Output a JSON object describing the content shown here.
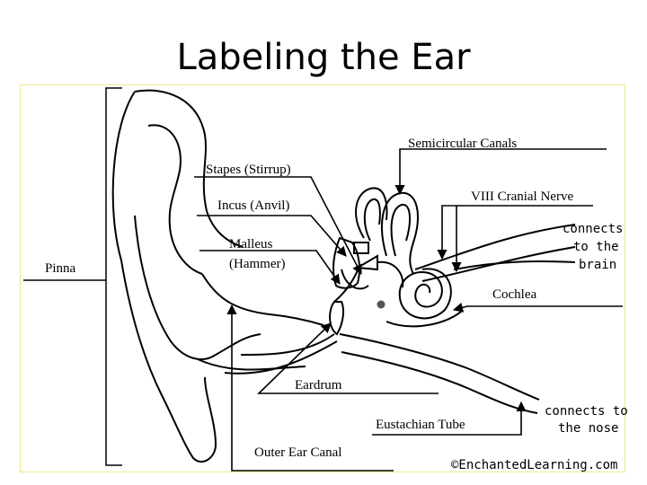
{
  "title": "Labeling the Ear",
  "labels": {
    "semicircular_canals": "Semicircular Canals",
    "stapes": "Stapes (Stirrup)",
    "viii_cranial_nerve": "VIII Cranial Nerve",
    "incus": "Incus (Anvil)",
    "malleus_line1": "Malleus",
    "malleus_line2": "(Hammer)",
    "pinna": "Pinna",
    "cochlea": "Cochlea",
    "eardrum": "Eardrum",
    "eustachian_tube": "Eustachian Tube",
    "outer_ear_canal": "Outer Ear Canal"
  },
  "notes": {
    "connects_brain_1": "connects",
    "connects_brain_2": "to the",
    "connects_brain_3": "brain",
    "connects_nose_1": "connects to",
    "connects_nose_2": "the nose"
  },
  "credit": "©EnchantedLearning.com"
}
